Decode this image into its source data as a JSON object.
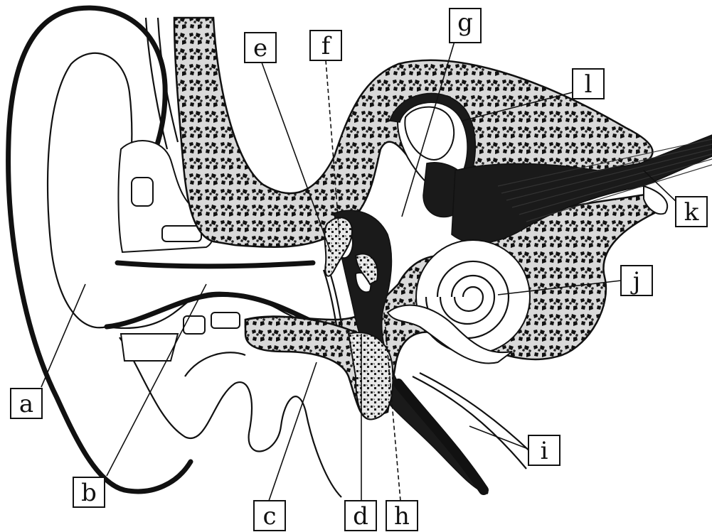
{
  "labels": [
    {
      "key": "a",
      "text": "a"
    },
    {
      "key": "b",
      "text": "b"
    },
    {
      "key": "c",
      "text": "c"
    },
    {
      "key": "d",
      "text": "d"
    },
    {
      "key": "e",
      "text": "e"
    },
    {
      "key": "f",
      "text": "f"
    },
    {
      "key": "g",
      "text": "g"
    },
    {
      "key": "h",
      "text": "h"
    },
    {
      "key": "i",
      "text": "i"
    },
    {
      "key": "j",
      "text": "j"
    },
    {
      "key": "k",
      "text": "k"
    },
    {
      "key": "l",
      "text": "l"
    }
  ]
}
